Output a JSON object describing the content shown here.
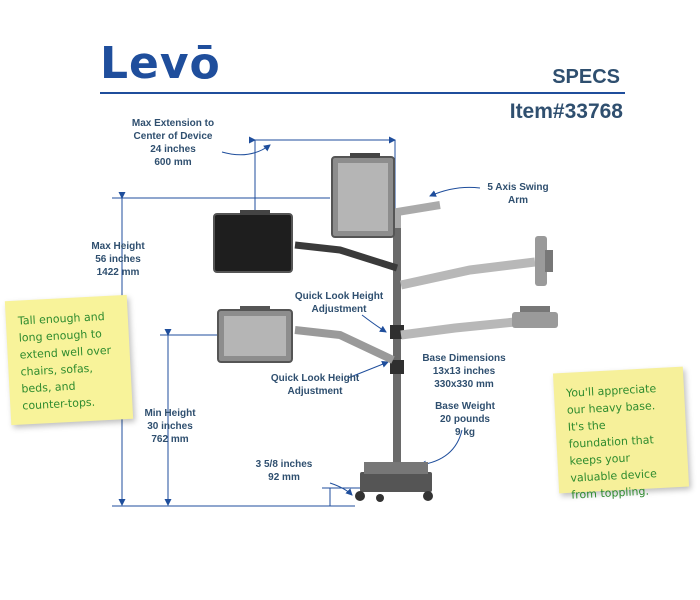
{
  "brand": {
    "logo": "Levō",
    "specs": "SPECS",
    "item": "Item#33768"
  },
  "labels": {
    "max_extension": [
      "Max Extension to",
      "Center of Device",
      "24 inches",
      "600 mm"
    ],
    "swing_arm": [
      "5 Axis Swing",
      "Arm"
    ],
    "max_height": [
      "Max Height",
      "56 inches",
      "1422 mm"
    ],
    "quick_look_1": [
      "Quick Look Height",
      "Adjustment"
    ],
    "quick_look_2": [
      "Quick Look Height",
      "Adjustment"
    ],
    "base_dimensions": [
      "Base Dimensions",
      "13x13 inches",
      "330x330 mm"
    ],
    "base_weight": [
      "Base Weight",
      "20 pounds",
      "9 kg"
    ],
    "min_height": [
      "Min Height",
      "30 inches",
      "762 mm"
    ],
    "clearance": [
      "3 5/8 inches",
      "92 mm"
    ]
  },
  "notes": {
    "left": [
      "Tall enough and",
      "long enough to",
      "extend well over",
      "chairs, sofas,",
      "beds, and",
      "counter-tops."
    ],
    "right": [
      "You'll appreciate",
      "our heavy base.",
      "It's the",
      "foundation that",
      "keeps your",
      "valuable device",
      "from toppling."
    ]
  },
  "colors": {
    "brand": "#1f4e9c",
    "label": "#2f4f6f",
    "note_text": "#2e8b2e",
    "note_bg": "#f8f39a"
  }
}
